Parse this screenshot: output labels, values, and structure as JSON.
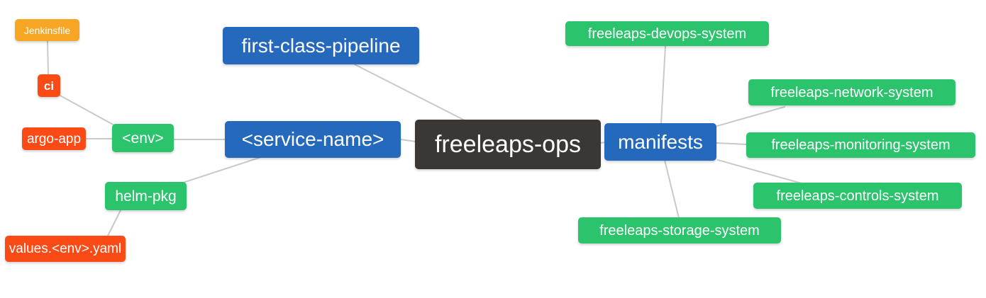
{
  "palette": {
    "blue": "#2569bd",
    "green": "#2bc36b",
    "orange": "#f7a624",
    "red": "#fa4b16",
    "dark": "#3b3734",
    "edge": "#c9c9c9",
    "node_text": "#ffffff",
    "background": "#ffffff"
  },
  "nodes": [
    {
      "id": "jenkinsfile",
      "label": "Jenkinsfile",
      "color": "orange"
    },
    {
      "id": "ci",
      "label": "ci",
      "color": "red"
    },
    {
      "id": "argo-app",
      "label": "argo-app",
      "color": "red"
    },
    {
      "id": "env",
      "label": "<env>",
      "color": "green"
    },
    {
      "id": "helm-pkg",
      "label": "helm-pkg",
      "color": "green"
    },
    {
      "id": "values-env-yaml",
      "label": "values.<env>.yaml",
      "color": "red"
    },
    {
      "id": "first-class-pipeline",
      "label": "first-class-pipeline",
      "color": "blue"
    },
    {
      "id": "service-name",
      "label": "<service-name>",
      "color": "blue"
    },
    {
      "id": "freeleaps-ops",
      "label": "freeleaps-ops",
      "color": "dark"
    },
    {
      "id": "manifests",
      "label": "manifests",
      "color": "blue"
    },
    {
      "id": "devops-system",
      "label": "freeleaps-devops-system",
      "color": "green"
    },
    {
      "id": "network-system",
      "label": "freeleaps-network-system",
      "color": "green"
    },
    {
      "id": "monitoring-system",
      "label": "freeleaps-monitoring-system",
      "color": "green"
    },
    {
      "id": "controls-system",
      "label": "freeleaps-controls-system",
      "color": "green"
    },
    {
      "id": "storage-system",
      "label": "freeleaps-storage-system",
      "color": "green"
    }
  ],
  "edges": [
    {
      "from": "jenkinsfile",
      "to": "ci"
    },
    {
      "from": "ci",
      "to": "env"
    },
    {
      "from": "argo-app",
      "to": "env"
    },
    {
      "from": "env",
      "to": "service-name"
    },
    {
      "from": "helm-pkg",
      "to": "service-name"
    },
    {
      "from": "values-env-yaml",
      "to": "helm-pkg"
    },
    {
      "from": "first-class-pipeline",
      "to": "freeleaps-ops"
    },
    {
      "from": "service-name",
      "to": "freeleaps-ops"
    },
    {
      "from": "freeleaps-ops",
      "to": "manifests"
    },
    {
      "from": "manifests",
      "to": "devops-system"
    },
    {
      "from": "manifests",
      "to": "network-system"
    },
    {
      "from": "manifests",
      "to": "monitoring-system"
    },
    {
      "from": "manifests",
      "to": "controls-system"
    },
    {
      "from": "manifests",
      "to": "storage-system"
    }
  ]
}
